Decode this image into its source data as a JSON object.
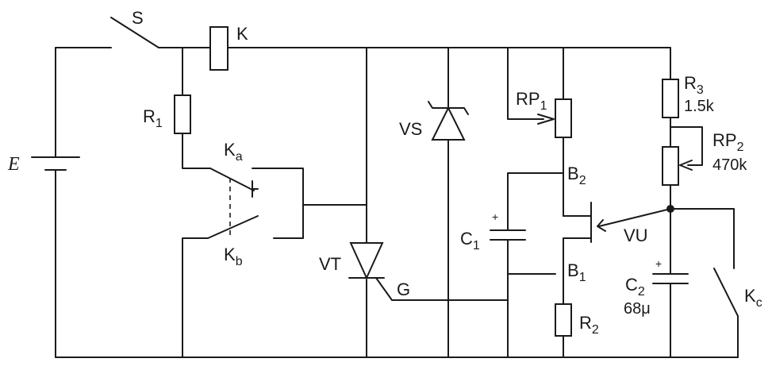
{
  "labels": {
    "switch_s": "S",
    "relay_k": "K",
    "battery": "E",
    "r1": "R",
    "r1_sub": "1",
    "ka": "K",
    "ka_sub": "a",
    "kb": "K",
    "kb_sub": "b",
    "vs": "VS",
    "vt": "VT",
    "gate": "G",
    "rp1": "RP",
    "rp1_sub": "1",
    "b2": "B",
    "b2_sub": "2",
    "c1": "C",
    "c1_sub": "1",
    "b1": "B",
    "b1_sub": "1",
    "vu": "VU",
    "r2": "R",
    "r2_sub": "2",
    "r3": "R",
    "r3_sub": "3",
    "r3_value": "1.5k",
    "rp2": "RP",
    "rp2_sub": "2",
    "rp2_value": "470k",
    "c2": "C",
    "c2_sub": "2",
    "c2_value": "68μ",
    "kc": "K",
    "kc_sub": "c",
    "plus": "+"
  }
}
